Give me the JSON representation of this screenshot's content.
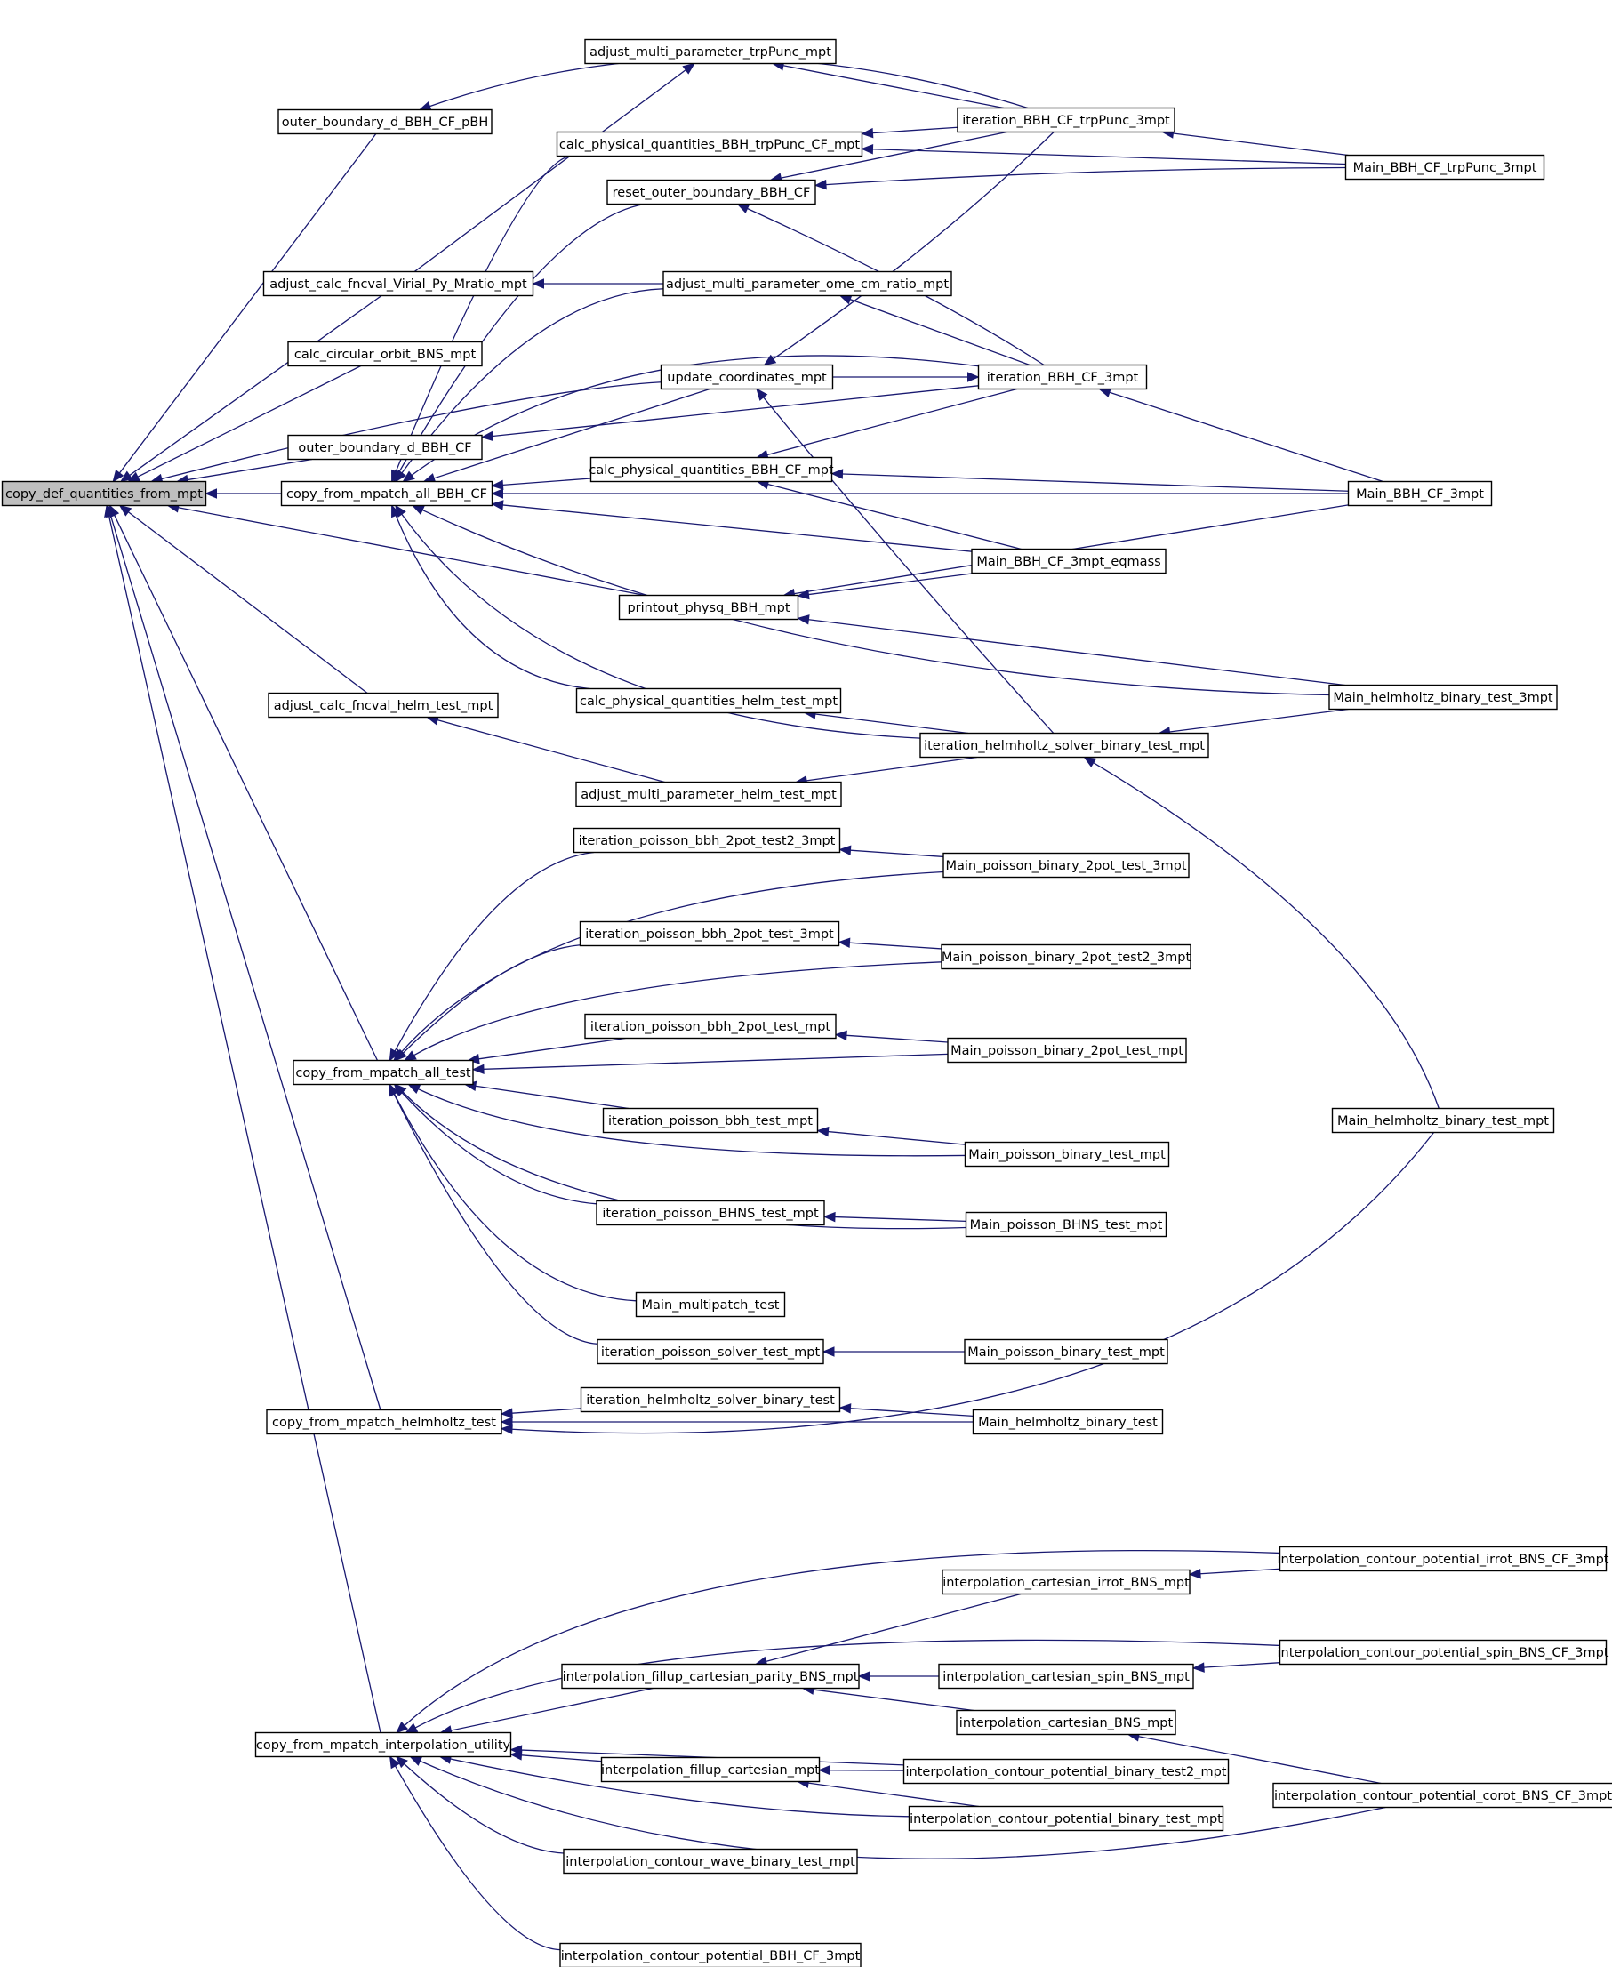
{
  "colors": {
    "edge": "#191970",
    "root_fill": "#bfbfbf",
    "node_fill": "#ffffff",
    "node_stroke": "#000000"
  },
  "nodes": {
    "n0": "copy_def_quantities_from_mpt",
    "n1": "outer_boundary_d_BBH_CF_pBH",
    "n2": "adjust_multi_parameter_trpPunc_mpt",
    "n3": "iteration_BBH_CF_trpPunc_3mpt",
    "n4": "Main_BBH_CF_trpPunc_3mpt",
    "n5": "calc_physical_quantities_BBH_trpPunc_CF_mpt",
    "n6": "reset_outer_boundary_BBH_CF",
    "n7": "adjust_calc_fncval_Virial_Py_Mratio_mpt",
    "n8": "adjust_multi_parameter_ome_cm_ratio_mpt",
    "n9": "calc_circular_orbit_BNS_mpt",
    "n10": "update_coordinates_mpt",
    "n11": "iteration_BBH_CF_3mpt",
    "n12": "outer_boundary_d_BBH_CF",
    "n13": "calc_physical_quantities_BBH_CF_mpt",
    "n14": "copy_from_mpatch_all_BBH_CF",
    "n15": "Main_BBH_CF_3mpt",
    "n16": "Main_BBH_CF_3mpt_eqmass",
    "n17": "printout_physq_BBH_mpt",
    "n18": "calc_physical_quantities_helm_test_mpt",
    "n19": "Main_helmholtz_binary_test_3mpt",
    "n20": "adjust_calc_fncval_helm_test_mpt",
    "n21": "iteration_helmholtz_solver_binary_test_mpt",
    "n22": "adjust_multi_parameter_helm_test_mpt",
    "n23": "iteration_poisson_bbh_2pot_test2_3mpt",
    "n24": "Main_poisson_binary_2pot_test_3mpt",
    "n25": "iteration_poisson_bbh_2pot_test_3mpt",
    "n26": "Main_poisson_binary_2pot_test2_3mpt",
    "n27": "iteration_poisson_bbh_2pot_test_mpt",
    "n28": "Main_poisson_binary_2pot_test_mpt",
    "n29": "copy_from_mpatch_all_test",
    "n30": "iteration_poisson_bbh_test_mpt",
    "n31": "Main_helmholtz_binary_test_mpt",
    "n32": "Main_poisson_binary_test_mpt",
    "n33": "iteration_poisson_BHNS_test_mpt",
    "n34": "Main_poisson_BHNS_test_mpt",
    "n35": "Main_multipatch_test",
    "n36": "iteration_poisson_solver_test_mpt",
    "n37": "Main_poisson_binary_test_mpt",
    "n38": "iteration_helmholtz_solver_binary_test",
    "n39": "copy_from_mpatch_helmholtz_test",
    "n40": "Main_helmholtz_binary_test",
    "n41": "interpolation_contour_potential_irrot_BNS_CF_3mpt",
    "n42": "interpolation_cartesian_irrot_BNS_mpt",
    "n43": "interpolation_fillup_cartesian_parity_BNS_mpt",
    "n44": "interpolation_cartesian_spin_BNS_mpt",
    "n45": "interpolation_contour_potential_spin_BNS_CF_3mpt",
    "n46": "interpolation_cartesian_BNS_mpt",
    "n47": "copy_from_mpatch_interpolation_utility",
    "n48": "interpolation_fillup_cartesian_mpt",
    "n49": "interpolation_contour_potential_binary_test2_mpt",
    "n50": "interpolation_contour_potential_corot_BNS_CF_3mpt",
    "n51": "interpolation_contour_potential_binary_test_mpt",
    "n52": "interpolation_contour_wave_binary_test_mpt",
    "n53": "interpolation_contour_potential_BBH_CF_3mpt"
  },
  "edges": [
    [
      "n1",
      "n0"
    ],
    [
      "n7",
      "n0"
    ],
    [
      "n9",
      "n0"
    ],
    [
      "n12",
      "n0"
    ],
    [
      "n14",
      "n0"
    ],
    [
      "n10",
      "n0"
    ],
    [
      "n17",
      "n0"
    ],
    [
      "n20",
      "n0"
    ],
    [
      "n29",
      "n0"
    ],
    [
      "n39",
      "n0"
    ],
    [
      "n47",
      "n0"
    ],
    [
      "n3",
      "n1"
    ],
    [
      "n7",
      "n2"
    ],
    [
      "n3",
      "n2"
    ],
    [
      "n3",
      "n5"
    ],
    [
      "n4",
      "n5"
    ],
    [
      "n3",
      "n6"
    ],
    [
      "n11",
      "n6"
    ],
    [
      "n4",
      "n6"
    ],
    [
      "n8",
      "n7"
    ],
    [
      "n11",
      "n8"
    ],
    [
      "n10",
      "n11"
    ],
    [
      "n3",
      "n10"
    ],
    [
      "n21",
      "n10"
    ],
    [
      "n11",
      "n12"
    ],
    [
      "n11",
      "n13"
    ],
    [
      "n15",
      "n13"
    ],
    [
      "n16",
      "n13"
    ],
    [
      "n4",
      "n3"
    ],
    [
      "n15",
      "n11"
    ],
    [
      "n5",
      "n14"
    ],
    [
      "n6",
      "n14"
    ],
    [
      "n8",
      "n14"
    ],
    [
      "n10",
      "n14"
    ],
    [
      "n11",
      "n14"
    ],
    [
      "n13",
      "n14"
    ],
    [
      "n15",
      "n14"
    ],
    [
      "n16",
      "n14"
    ],
    [
      "n18",
      "n14"
    ],
    [
      "n19",
      "n14"
    ],
    [
      "n21",
      "n14"
    ],
    [
      "n16",
      "n17"
    ],
    [
      "n15",
      "n17"
    ],
    [
      "n19",
      "n17"
    ],
    [
      "n21",
      "n18"
    ],
    [
      "n19",
      "n21"
    ],
    [
      "n31",
      "n21"
    ],
    [
      "n22",
      "n20"
    ],
    [
      "n21",
      "n22"
    ],
    [
      "n23",
      "n29"
    ],
    [
      "n24",
      "n29"
    ],
    [
      "n25",
      "n29"
    ],
    [
      "n26",
      "n29"
    ],
    [
      "n27",
      "n29"
    ],
    [
      "n28",
      "n29"
    ],
    [
      "n30",
      "n29"
    ],
    [
      "n32",
      "n29"
    ],
    [
      "n33",
      "n29"
    ],
    [
      "n34",
      "n29"
    ],
    [
      "n35",
      "n29"
    ],
    [
      "n36",
      "n29"
    ],
    [
      "n24",
      "n23"
    ],
    [
      "n26",
      "n25"
    ],
    [
      "n28",
      "n27"
    ],
    [
      "n32",
      "n30"
    ],
    [
      "n34",
      "n33"
    ],
    [
      "n37",
      "n36"
    ],
    [
      "n38",
      "n39"
    ],
    [
      "n40",
      "n39"
    ],
    [
      "n31",
      "n39"
    ],
    [
      "n40",
      "n38"
    ],
    [
      "n41",
      "n47"
    ],
    [
      "n43",
      "n47"
    ],
    [
      "n45",
      "n47"
    ],
    [
      "n48",
      "n47"
    ],
    [
      "n49",
      "n47"
    ],
    [
      "n51",
      "n47"
    ],
    [
      "n52",
      "n47"
    ],
    [
      "n50",
      "n47"
    ],
    [
      "n53",
      "n47"
    ],
    [
      "n42",
      "n43"
    ],
    [
      "n44",
      "n43"
    ],
    [
      "n46",
      "n43"
    ],
    [
      "n41",
      "n42"
    ],
    [
      "n45",
      "n44"
    ],
    [
      "n50",
      "n46"
    ],
    [
      "n49",
      "n48"
    ],
    [
      "n51",
      "n48"
    ]
  ]
}
